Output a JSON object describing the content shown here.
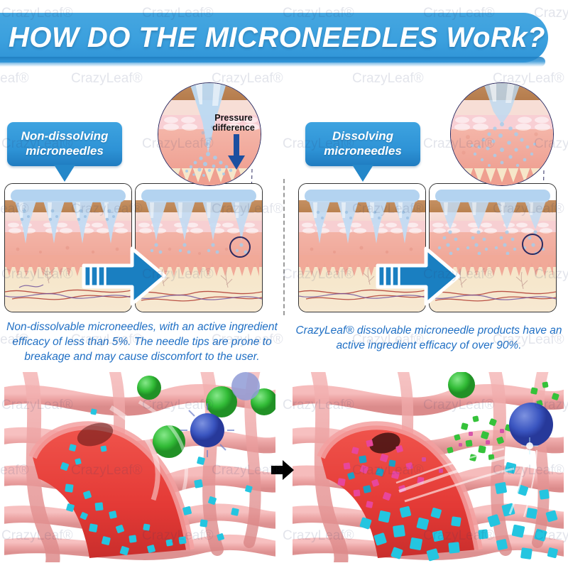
{
  "watermark": {
    "text": "CrazyLeaf®"
  },
  "header": {
    "title": "HOW DO THE MICRONEEDLES WoRk?",
    "bar_color": "#3ba0de"
  },
  "labels": {
    "left_bubble": "Non-dissolving microneedles",
    "right_bubble": "Dissolving microneedles"
  },
  "magnifier": {
    "left_annotation": "Pressure difference",
    "arrow_color": "#1b4fa0"
  },
  "captions": {
    "left": "Non-dissolvable microneedles, with an active ingredient efficacy of less than 5%. The needle tips are prone to breakage and may cause discomfort to the user.",
    "right": "CrazyLeaf® dissolvable microneedle products have an active ingredient efficacy of over 90%."
  },
  "colors": {
    "brand_blue": "#2e93d6",
    "arrow_blue": "#1a7fc1",
    "caption_blue": "#1f6fc4",
    "stratum_corneum": "#c08a5c",
    "dermis": "#f1a998",
    "hypodermis": "#f6e6c9",
    "particle_blue": "#a8cdea",
    "highlight_ring": "#2b2a60",
    "vessel_red": "#c0392b",
    "vessel_purple": "#6b4e9b",
    "cube_cyan": "#24c5e0",
    "cube_magenta": "#e8469b",
    "sphere_green": "#35c23a",
    "sphere_blue": "#3a55c0"
  },
  "figure": {
    "type": "infographic",
    "comparison": [
      {
        "side": "left",
        "label": "Non-dissolving microneedles",
        "efficacy_text": "less than 5%",
        "panels": 2,
        "annotation": "Pressure difference"
      },
      {
        "side": "right",
        "label": "Dissolving microneedles",
        "efficacy_text": "over 90%",
        "panels": 2,
        "annotation": ""
      }
    ],
    "bottom_row": {
      "left_caption": "",
      "right_caption": "",
      "arrow": "→"
    }
  }
}
